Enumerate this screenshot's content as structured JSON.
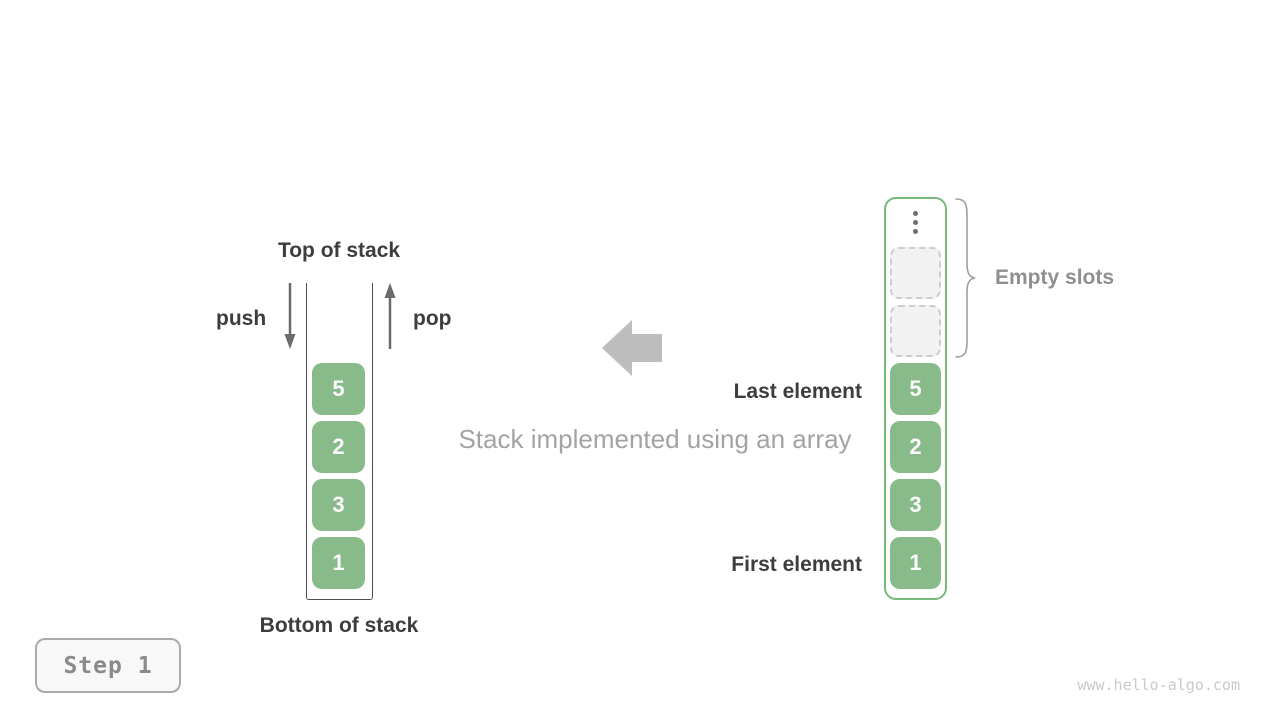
{
  "figure": {
    "caption": "Stack implemented using an array"
  },
  "left_stack": {
    "top_label": "Top of stack",
    "bottom_label": "Bottom of stack",
    "push_label": "push",
    "pop_label": "pop",
    "blocks": [
      "5",
      "2",
      "3",
      "1"
    ]
  },
  "right_array": {
    "empty_slots_label": "Empty slots",
    "last_element_label": "Last element",
    "first_element_label": "First element",
    "empty_slot_count": 2,
    "ellipsis_icon": "vertical-ellipsis-icon",
    "blocks": [
      "5",
      "2",
      "3",
      "1"
    ]
  },
  "icons": {
    "push_arrow": "arrow-down-icon",
    "pop_arrow": "arrow-up-icon",
    "transform_arrow": "block-arrow-left-icon",
    "brace": "curly-brace-icon"
  },
  "footer": {
    "step_label": "Step 1",
    "watermark": "www.hello-algo.com"
  },
  "colors": {
    "block_green": "#88ba8a",
    "array_border_green": "#77bb7b",
    "empty_slot_bg": "#f2f2f2",
    "empty_slot_border": "#cdcdcd",
    "dark_text": "#3d3d3d",
    "arrow_gray": "#6b6b6b",
    "caption_gray": "#a3a3a3",
    "muted_label_gray": "#8f8f8f",
    "big_arrow_gray": "#bdbdbd",
    "step_text_gray": "#8a8a8a",
    "watermark_gray": "#c9c9c9"
  }
}
